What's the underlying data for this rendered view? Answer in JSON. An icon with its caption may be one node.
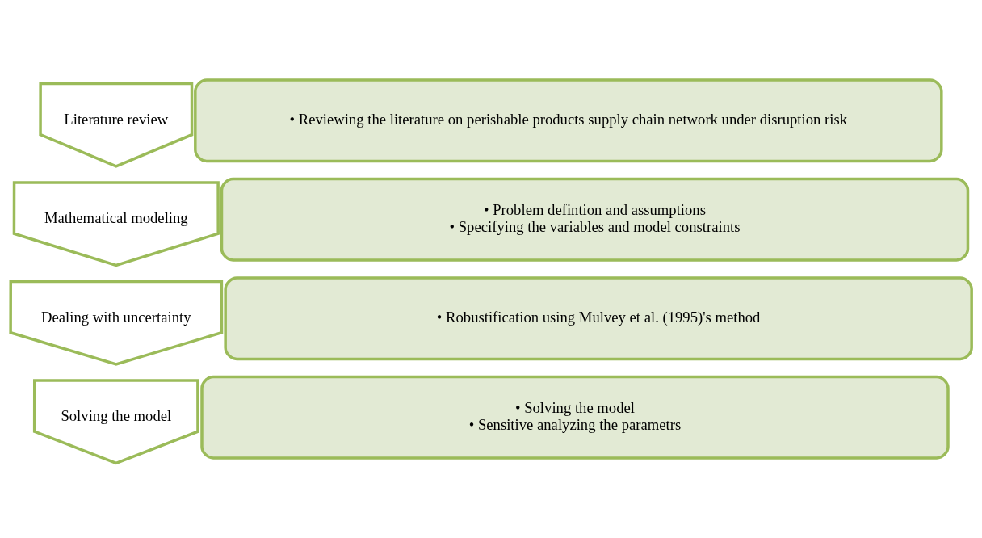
{
  "diagram": {
    "nodes": [
      {
        "text": [
          "Literature review"
        ]
      },
      {
        "text": [
          "• Reviewing the literature on perishable products supply chain network under disruption risk"
        ]
      },
      {
        "text": [
          "Mathematical modeling"
        ]
      },
      {
        "text": [
          "• Problem defintion and assumptions",
          "• Specifying the variables and model constraints"
        ]
      },
      {
        "text": [
          "Dealing with uncertainty"
        ]
      },
      {
        "text": [
          "• Robustification using Mulvey et al. (1995)'s method"
        ]
      },
      {
        "text": [
          "Solving the model"
        ]
      },
      {
        "text": [
          "• Solving the model",
          "• Sensitive analyzing the parametrs"
        ]
      }
    ]
  }
}
